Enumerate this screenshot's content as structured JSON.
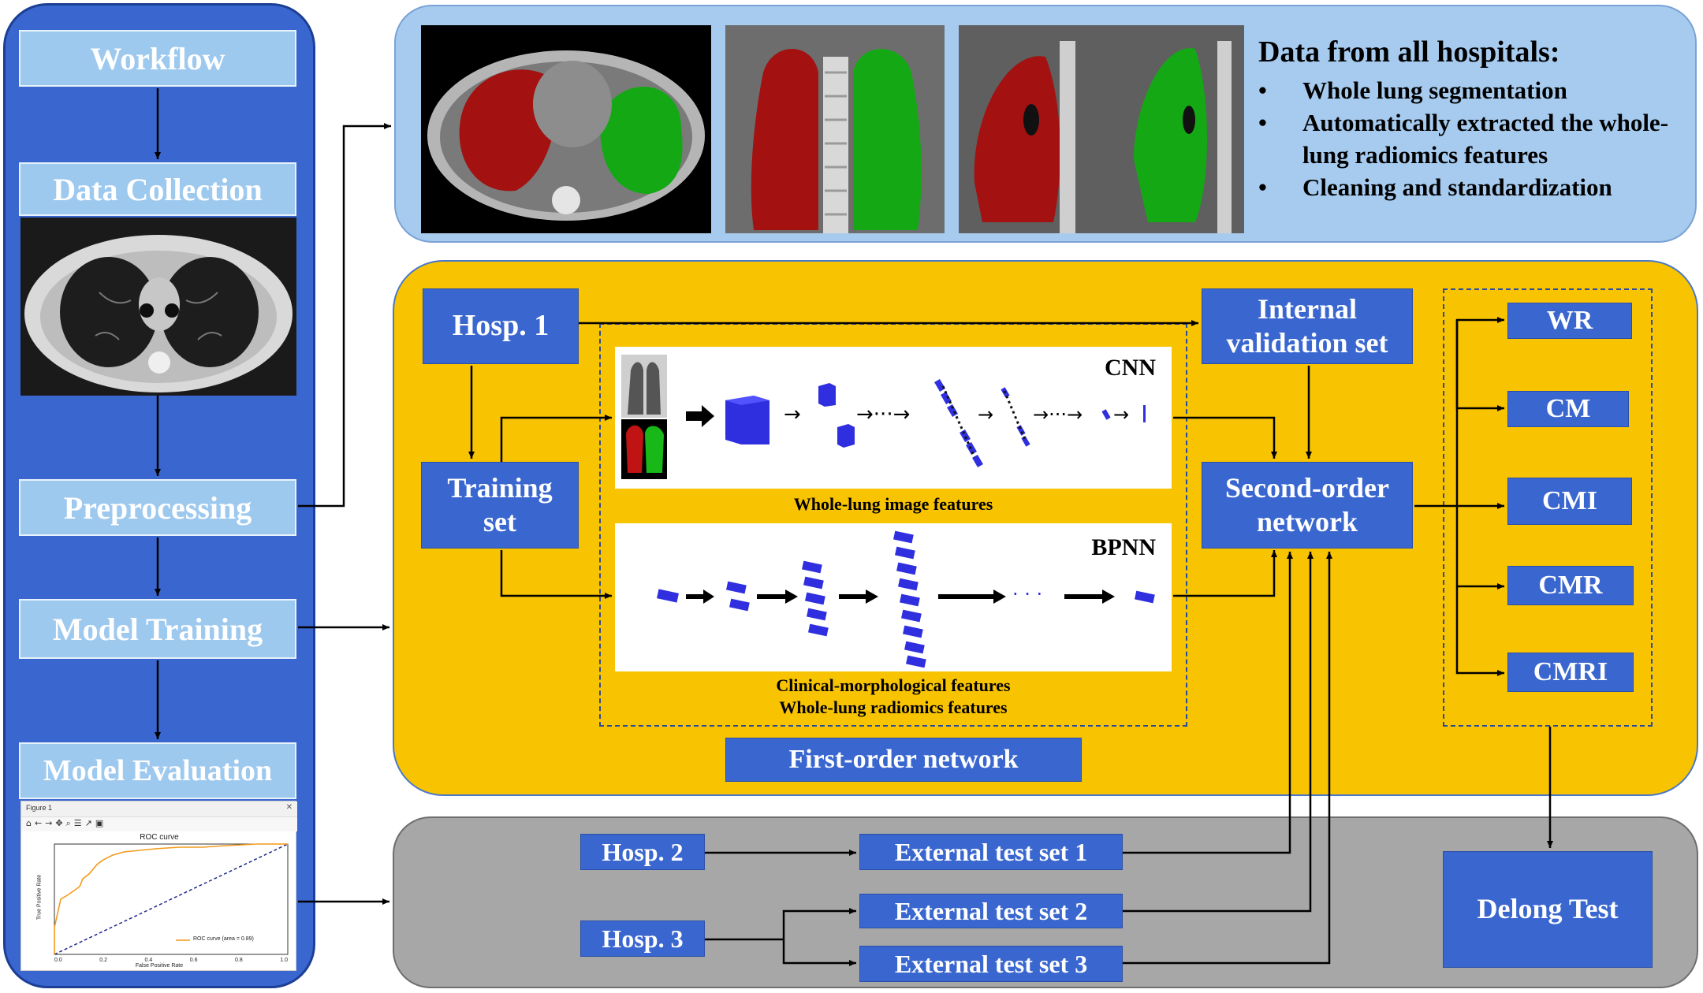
{
  "workflow": {
    "title": "Workflow",
    "steps": [
      "Data Collection",
      "Preprocessing",
      "Model Training",
      "Model Evaluation"
    ]
  },
  "roc_thumbnail": {
    "window_title": "Figure 1",
    "chart_title": "ROC curve",
    "xlabel": "False Positive Rate",
    "ylabel": "True Positive Rate",
    "legend": "ROC curve (area = 0.89)",
    "ticks": [
      "0.0",
      "0.2",
      "0.4",
      "0.6",
      "0.8",
      "1.0"
    ]
  },
  "data_panel": {
    "heading": "Data from all hospitals:",
    "bullets": [
      "Whole lung segmentation",
      "Automatically extracted the whole-lung radiomics features",
      "Cleaning and standardization"
    ]
  },
  "first_order": {
    "hosp1": "Hosp. 1",
    "training_set": "Training set",
    "cnn_label": "CNN",
    "bpnn_label": "BPNN",
    "image_features_caption": "Whole-lung image features",
    "clinical_caption": "Clinical-morphological features",
    "radiomics_caption": "Whole-lung radiomics features",
    "network_label": "First-order network"
  },
  "second_order": {
    "internal_validation": "Internal validation set",
    "network": "Second-order network",
    "models": [
      "WR",
      "CM",
      "CMI",
      "CMR",
      "CMRI"
    ]
  },
  "external": {
    "hosp2": "Hosp. 2",
    "hosp3": "Hosp. 3",
    "test_sets": [
      "External test set 1",
      "External test set 2",
      "External test set 3"
    ],
    "delong": "Delong Test"
  },
  "colors": {
    "blue": "#3a67cf",
    "light_blue_box": "#9ec9ef",
    "top_panel": "#a6cbef",
    "yellow_panel": "#f8c300",
    "gray_panel": "#a7a7a7",
    "lung_right": "#a01010",
    "lung_left": "#13a513"
  }
}
